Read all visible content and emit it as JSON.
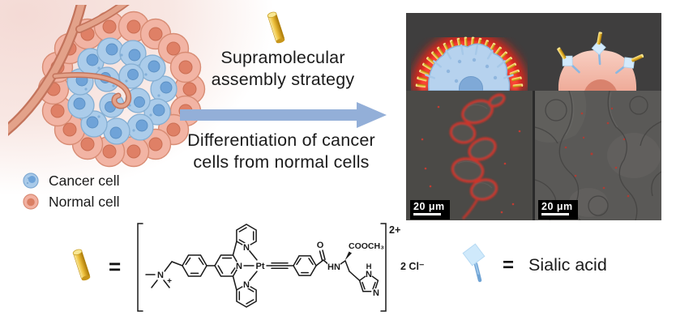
{
  "figure": {
    "type": "graphical-abstract",
    "topic": "Supramolecular assembly for cancer cell differentiation"
  },
  "tumor_legend": {
    "cancer_label": "Cancer cell",
    "normal_label": "Normal cell"
  },
  "center": {
    "strategy_line1": "Supramolecular",
    "strategy_line2": "assembly strategy",
    "result_line1": "Differentiation of cancer",
    "result_line2": "cells from normal cells"
  },
  "micrographs": {
    "cancer_scalebar": "20 μm",
    "normal_scalebar": "20 μm"
  },
  "structure": {
    "equals": "=",
    "charge": "2+",
    "counterion": "2 Cl⁻",
    "atoms": {
      "pt": "Pt",
      "n": "N",
      "n_plus": "+",
      "hn": "HN",
      "o": "O",
      "h": "H",
      "ester": "COOCH₃"
    }
  },
  "sialic": {
    "equals": "=",
    "label": "Sialic acid"
  },
  "colors": {
    "arrow_blue": "#93afd8",
    "rod_gold": "#e2ac28",
    "glow_red": "#ff2012",
    "panel_bg": "#3f3e3e",
    "cancer_blue": "#aacbe9",
    "normal_pink": "#f1b3a4",
    "sialic_blue": "#cfe9fb"
  }
}
